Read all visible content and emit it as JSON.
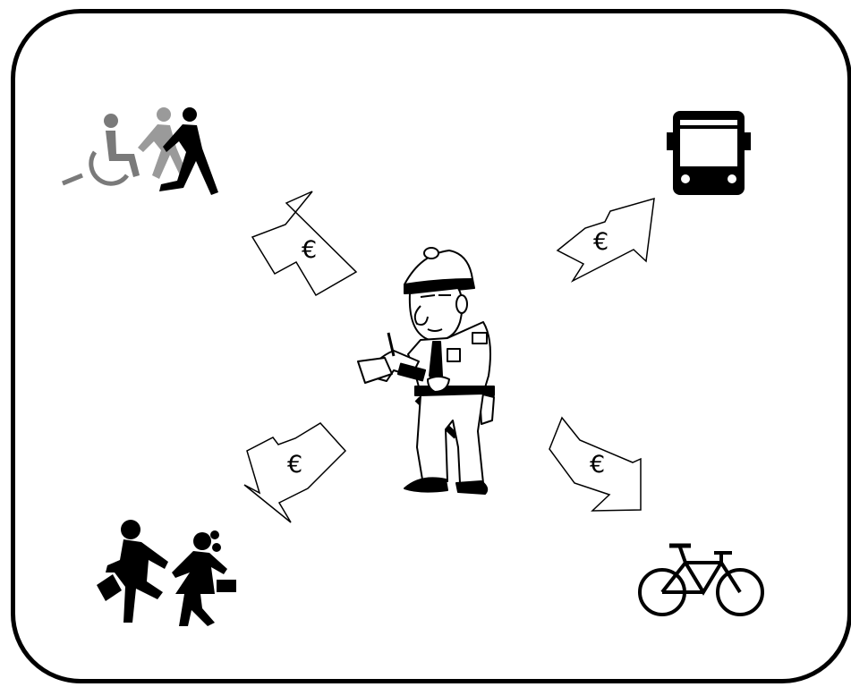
{
  "diagram": {
    "center": {
      "name": "police-officer-writing-ticket",
      "icon": "police-officer-icon"
    },
    "flows": [
      {
        "symbol": "€",
        "direction": "up-left",
        "target": "pedestrians-wheelchair-icon"
      },
      {
        "symbol": "€",
        "direction": "up-right",
        "target": "bus-icon"
      },
      {
        "symbol": "€",
        "direction": "down-left",
        "target": "children-running-icon"
      },
      {
        "symbol": "€",
        "direction": "down-right",
        "target": "bicycle-icon"
      }
    ],
    "colors": {
      "stroke": "#000000",
      "background": "#ffffff",
      "grey_figure": "#9a9a9a",
      "mid_figure": "#7a7a7a"
    }
  }
}
